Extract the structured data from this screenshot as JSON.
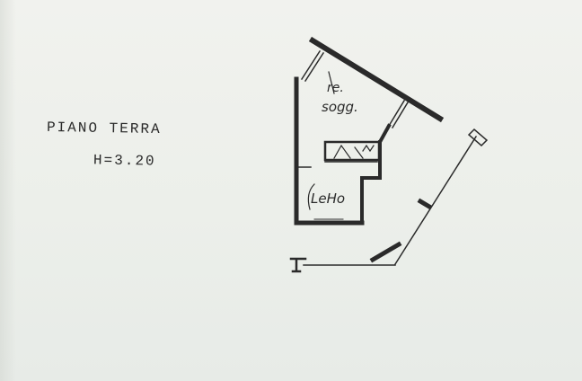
{
  "labels": {
    "floor": "PIANO TERRA",
    "height": "H=3.20"
  },
  "rooms": {
    "lounge_line1": "re.",
    "lounge_line2": "sogg.",
    "bedroom": "LeHo"
  },
  "colors": {
    "ink": "#2a2a2a",
    "paper": "#eef0ec"
  }
}
